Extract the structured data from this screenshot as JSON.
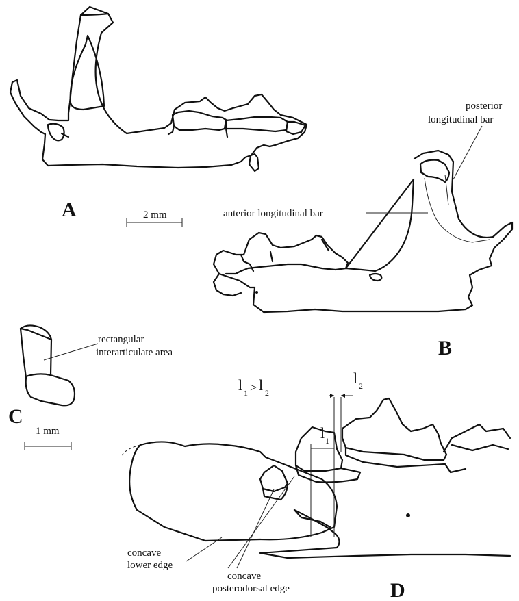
{
  "panels": {
    "a": "A",
    "b": "B",
    "c": "C",
    "d": "D"
  },
  "scales": {
    "large": "2 mm",
    "small": "1 mm"
  },
  "labels": {
    "posterior_bar_line1": "posterior",
    "posterior_bar_line2": "longitudinal bar",
    "anterior_bar": "anterior longitudinal bar",
    "rect_area_line1": "rectangular",
    "rect_area_line2": "interarticulate area",
    "concave_lower_line1": "concave",
    "concave_lower_line2": "lower edge",
    "concave_posterodorsal_line1": "concave",
    "concave_posterodorsal_line2": "posterodorsal edge"
  },
  "measures": {
    "l_symbol": "l",
    "sub_1": "1",
    "sub_2": "2",
    "gt": ">"
  },
  "line_color": "#111111"
}
